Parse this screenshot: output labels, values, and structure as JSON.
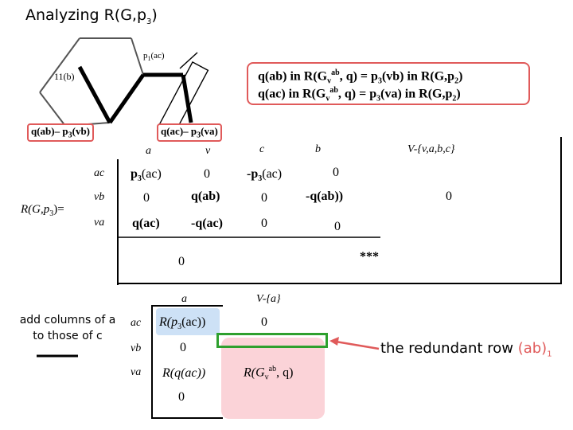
{
  "title": "Analyzing R(G,p",
  "title_sub": "3",
  "title_close": ")",
  "diagram": {
    "vertex_ac": "p",
    "vertex_ac_sub": "1",
    "vertex_ac_tail": "(ac)",
    "vertex_b": "11(b)"
  },
  "callout": {
    "line1": {
      "pre": "q(ab) in R(G",
      "sub": "v",
      "sup": "ab",
      "mid": ", q) = p",
      "sub2": "3",
      "post": "(vb) in R(G,p",
      "sub3": "2",
      "end": ")"
    },
    "line2": {
      "pre": "q(ac) in R(G",
      "sub": "v",
      "sup": "ab",
      "mid": ", q) = p",
      "sub2": "3",
      "post": "(va) in R(G,p",
      "sub3": "2",
      "end": ")"
    }
  },
  "edge_labels": {
    "left": {
      "pre": "q(ab)– p",
      "sub": "3",
      "post": "(vb)"
    },
    "right": {
      "pre": "q(ac)– p",
      "sub": "3",
      "post": "(va)"
    }
  },
  "matrix": {
    "name_pre": "R(G,p",
    "name_sub": "3",
    "name_post": ")=",
    "col_labels": [
      "a",
      "v",
      "c",
      "b",
      "V-{v,a,b,c}"
    ],
    "row_labels": [
      "ac",
      "vb",
      "va"
    ],
    "rows": [
      {
        "a": {
          "pre": "p",
          "sub": "3",
          "post": "(ac)"
        },
        "v": "0",
        "c": {
          "pre": "-p",
          "sub": "3",
          "post": "(ac)"
        },
        "b": "0"
      },
      {
        "a": "0",
        "v": "q(ab)",
        "c": "0",
        "b": "-q(ab))"
      },
      {
        "a": "q(ac)",
        "v": "-q(ac)",
        "c": "0",
        "b": "0"
      }
    ],
    "right_zero": "0",
    "bottom_zero": "0",
    "stars": "***"
  },
  "reduced": {
    "col_labels": [
      "a",
      "V-{a}"
    ],
    "row_labels": [
      "ac",
      "vb",
      "va"
    ],
    "ac_value": {
      "pre": "R(p",
      "sub": "3",
      "post": "(ac))"
    },
    "ac_right": "0",
    "vb_value": "0",
    "va_value": "R(q(ac))",
    "bottom_zero": "0",
    "pink_label": {
      "pre": "R(G",
      "sub": "v",
      "sup": "ab",
      "post": ", q)"
    }
  },
  "note": "add columns of a to those of c",
  "redundant": {
    "pre": "the redundant row (ab)",
    "sub": "1"
  },
  "colors": {
    "red": "#e05a5a",
    "green": "#2ea02e",
    "pink": "#fbd3d8",
    "blue": "#cde1f6"
  }
}
